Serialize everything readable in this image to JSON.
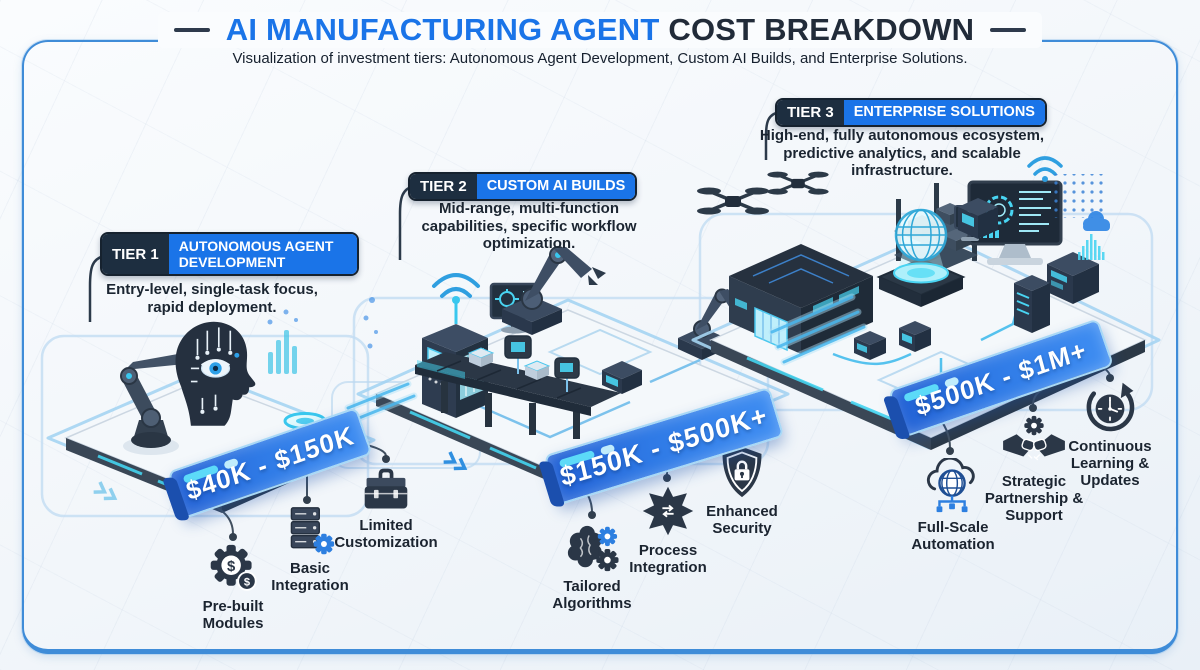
{
  "header": {
    "title_accent": "AI MANUFACTURING AGENT",
    "title_rest": "COST BREAKDOWN",
    "subtitle": "Visualization of investment tiers: Autonomous Agent Development, Custom AI Builds, and Enterprise Solutions."
  },
  "glyphs": {
    "dollar": "$"
  },
  "colors": {
    "accent_blue": "#1a74e8",
    "dark_navy": "#1d2e40",
    "title_dark": "#212b39",
    "banner_blue_start": "#2160d4",
    "banner_blue_end": "#3f8ef2",
    "cyan_glow": "#44d4f0",
    "frame_border": "#3f8cd8",
    "icon_dark": "#2b3747"
  },
  "tiers": [
    {
      "badge": "TIER 1",
      "name": "AUTONOMOUS AGENT DEVELOPMENT",
      "description": "Entry-level, single-task focus, rapid deployment.",
      "price": "$40K - $150K",
      "features": [
        {
          "label": "Pre-built Modules",
          "icon": "gear-dollar-icon"
        },
        {
          "label": "Basic Integration",
          "icon": "server-gear-icon"
        },
        {
          "label": "Limited Customization",
          "icon": "toolbox-icon"
        }
      ]
    },
    {
      "badge": "TIER 2",
      "name": "CUSTOM AI BUILDS",
      "description": "Mid-range, multi-function capabilities, specific workflow optimization.",
      "price": "$150K - $500K+",
      "features": [
        {
          "label": "Tailored Algorithms",
          "icon": "brain-gears-icon"
        },
        {
          "label": "Process Integration",
          "icon": "hub-arrows-icon"
        },
        {
          "label": "Enhanced Security",
          "icon": "shield-lock-icon"
        }
      ]
    },
    {
      "badge": "TIER 3",
      "name": "ENTERPRISE SOLUTIONS",
      "description": "High-end, fully autonomous ecosystem, predictive analytics, and scalable infrastructure.",
      "price": "$500K - $1M+",
      "features": [
        {
          "label": "Full-Scale Automation",
          "icon": "cloud-globe-icon"
        },
        {
          "label": "Strategic Partnership & Support",
          "icon": "handshake-gear-icon"
        },
        {
          "label": "Continuous Learning & Updates",
          "icon": "clock-refresh-icon"
        }
      ]
    }
  ]
}
